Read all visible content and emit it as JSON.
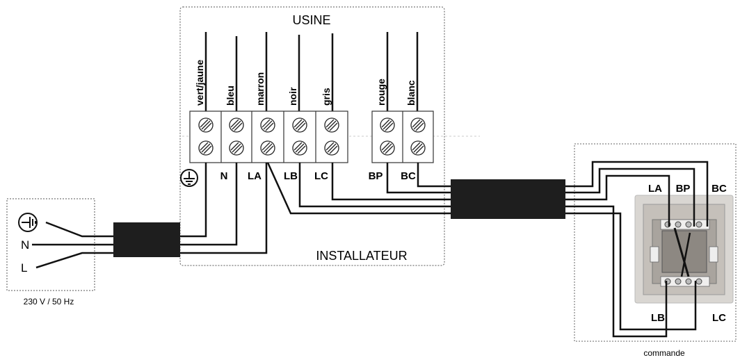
{
  "supply": {
    "voltage_label": "230 V / 50 Hz",
    "neutral_label": "N",
    "live_label": "L",
    "earth_icon": "earth-symbol-icon"
  },
  "usine": {
    "title": "USINE",
    "wires": [
      "vert/jaune",
      "bleu",
      "marron",
      "noir",
      "gris",
      "rouge",
      "blanc"
    ]
  },
  "installateur": {
    "title": "INSTALLATEUR",
    "terminals": [
      "N",
      "LA",
      "LB",
      "LC",
      "BP",
      "BC"
    ],
    "earth_icon": "earth-symbol-icon"
  },
  "commande": {
    "title": "commande",
    "top_labels": [
      "LA",
      "BP",
      "BC"
    ],
    "bottom_labels": [
      "LB",
      "LC"
    ]
  },
  "colors": {
    "wire": "#111111",
    "cable_sheath": "#1e1e1e",
    "terminal_block": "#ffffff"
  }
}
